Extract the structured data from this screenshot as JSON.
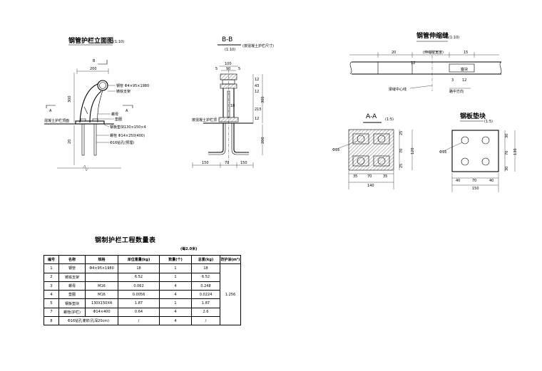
{
  "views": {
    "elevation": {
      "title": "钢管护栏立面图",
      "scale": "(1:10)",
      "label_pipe": "钢管 Φ4×95×1980",
      "label_bracket": "铸铁支架",
      "label_nut": "螺母",
      "label_washer": "垫圈",
      "label_plate": "钢板垫块130×150×4",
      "label_bolt": "螺栓 Φ14×250(400)",
      "label_hole": "Φ16钻孔(预埋)",
      "label_deck": "混凝土护栏顶面",
      "section_left": "A",
      "section_right": "A",
      "section_top": "B",
      "dim_width": "200",
      "dim_height": "300",
      "dim_embed": "20"
    },
    "section_bb": {
      "title": "B-B",
      "scale": "(1:10)",
      "note": "(按混凝土护栏尺寸)",
      "label_deck": "按混凝土护栏顶",
      "dim_top": "100",
      "dim_inner": "90",
      "dim_s1": "5",
      "dim_s2": "5",
      "dim_r1": "12",
      "dim_r2": "43",
      "dim_r3": "12",
      "dim_r4": "215",
      "dim_r5": "12",
      "dim_total": "300",
      "dim_bottom": "200",
      "dim_web": "18",
      "dim_b1": "150",
      "dim_b2": "70",
      "dim_b3": "150"
    },
    "expansion": {
      "title": "钢管伸缩缝",
      "scale": "(1:10)",
      "dim_left": "20",
      "dim_right": "15",
      "dim_gap": "12",
      "dim_small": "3",
      "dim_small2": "12",
      "label_center": "(伸缩缝宽度)",
      "label_plug": "塞块",
      "label_joint": "梁缝中心线",
      "label_dir": "路中方向"
    },
    "section_aa": {
      "title": "A-A",
      "scale": "(1:5)",
      "label_hole": "Φ16",
      "dim_b1": "35",
      "dim_b2": "70",
      "dim_b3": "35",
      "dim_total": "140",
      "dim_r1": "25",
      "dim_r2": "70",
      "dim_r3": "25",
      "dim_right": "120"
    },
    "plate": {
      "title": "钢板垫块",
      "scale": "(1:5)",
      "label_hole": "Φ16",
      "dim_b1": "40",
      "dim_b2": "70",
      "dim_b3": "40",
      "dim_total": "150",
      "dim_r1": "30",
      "dim_r2": "70",
      "dim_r3": "30",
      "dim_right": "130"
    }
  },
  "table": {
    "title": "钢制护栏工程数量表",
    "note": "(每2.0米)",
    "headers": [
      "编号",
      "名称",
      "规格",
      "单位重量(kg)",
      "数量(个)",
      "总重(kg)",
      "防护涂(m²)"
    ],
    "rows": [
      {
        "seq": "1",
        "name": "钢管",
        "spec": "Φ4×95×1980",
        "unit": "18",
        "count": "1",
        "total": "18"
      },
      {
        "seq": "2",
        "name": "铸铁支架",
        "spec": "",
        "unit": "6.52",
        "count": "1",
        "total": "6.52"
      },
      {
        "seq": "3",
        "name": "螺母",
        "spec": "M16",
        "unit": "0.062",
        "count": "4",
        "total": "0.248"
      },
      {
        "seq": "4",
        "name": "垫圈",
        "spec": "M16",
        "unit": "0.0056",
        "count": "4",
        "total": "0.0224"
      },
      {
        "seq": "5",
        "name": "钢板垫块",
        "spec": "130X150X4",
        "unit": "1.87",
        "count": "1",
        "total": "1.87"
      },
      {
        "seq": "7",
        "name": "螺栓(护栏)",
        "spec": "Φ14×400",
        "unit": "0.64",
        "count": "4",
        "total": "2.6"
      },
      {
        "seq": "8",
        "name": "Φ16钻孔灌浆(孔深20cm)",
        "spec": "",
        "unit": "/",
        "count": "4",
        "total": "/"
      }
    ],
    "coating": "1.256"
  }
}
